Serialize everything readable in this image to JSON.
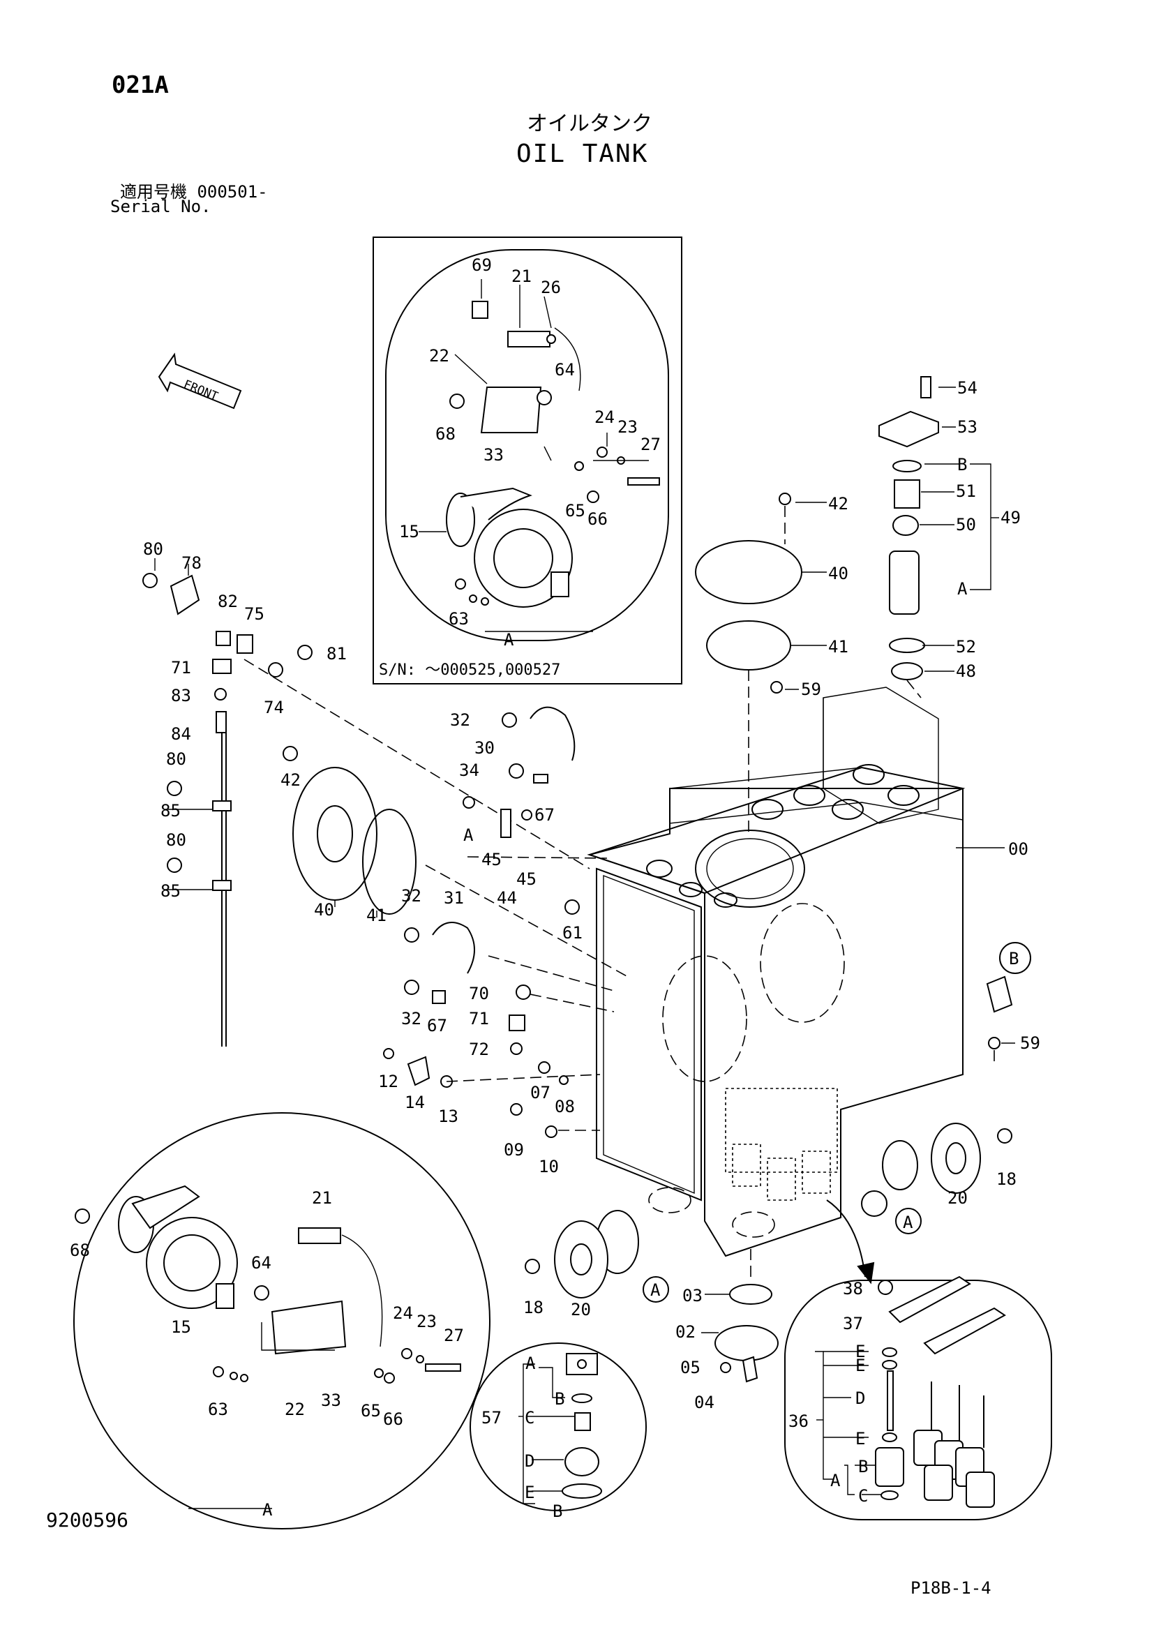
{
  "header": {
    "page_code": "021A",
    "title_jp": "オイルタンク",
    "title_en": "OIL TANK",
    "serial_jp": "適用号機  000501-",
    "serial_en": "Serial No."
  },
  "footer": {
    "doc_number": "9200596",
    "page_ref": "P18B-1-4"
  },
  "inset_top": {
    "serial_note": "S/N: ～000525,000527",
    "ref_letter": "A",
    "labels": [
      "69",
      "21",
      "26",
      "22",
      "64",
      "68",
      "24",
      "23",
      "27",
      "33",
      "65",
      "66",
      "15",
      "63"
    ]
  },
  "front_arrow": {
    "text": "FRONT"
  },
  "callouts": {
    "main": [
      "54",
      "53",
      "B",
      "51",
      "50",
      "49",
      "A",
      "52",
      "48",
      "42",
      "40",
      "41",
      "59",
      "00",
      "80",
      "78",
      "82",
      "75",
      "71",
      "81",
      "83",
      "74",
      "84",
      "80",
      "85",
      "80",
      "85",
      "32",
      "30",
      "34",
      "67",
      "42",
      "A",
      "45",
      "44",
      "45",
      "40",
      "41",
      "32",
      "31",
      "61",
      "32",
      "67",
      "70",
      "71",
      "72",
      "12",
      "14",
      "13",
      "07",
      "08",
      "09",
      "10",
      "B",
      "59",
      "18",
      "20",
      "A",
      "18",
      "20",
      "A",
      "03",
      "02",
      "05",
      "04"
    ],
    "inset_A_bottom": [
      "68",
      "21",
      "64",
      "24",
      "23",
      "27",
      "15",
      "63",
      "22",
      "33",
      "65",
      "66",
      "A"
    ],
    "inset_B_bottom": [
      "A",
      "B",
      "57",
      "C",
      "D",
      "E",
      "B"
    ],
    "inset_C_right": [
      "38",
      "37",
      "E",
      "E",
      "D",
      "36",
      "E",
      "B",
      "A",
      "C"
    ]
  }
}
